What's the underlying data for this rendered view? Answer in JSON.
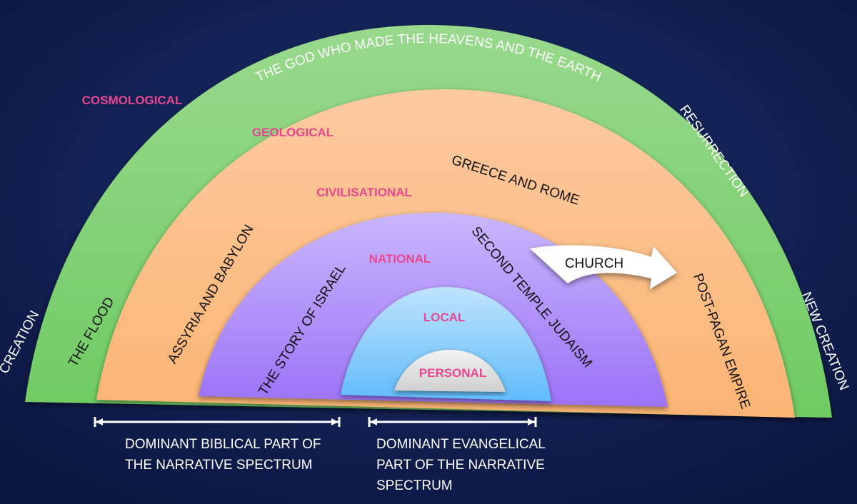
{
  "diagram": {
    "arcs": [
      {
        "scale": "COSMOLOGICAL",
        "color": "#7ccf6e"
      },
      {
        "scale": "GEOLOGICAL",
        "color": "#7ccf6e"
      },
      {
        "scale": "CIVILISATIONAL",
        "color": "#fbb77a"
      },
      {
        "scale": "NATIONAL",
        "color": "#a27ef8"
      },
      {
        "scale": "LOCAL",
        "color": "#7cc8fb"
      },
      {
        "scale": "PERSONAL",
        "color": "#d8d8d8"
      }
    ],
    "outer_top": "THE GOD WHO  MADE THE HEAVENS AND THE EARTH",
    "left_labels": {
      "creation": "CREATION",
      "flood": "THE FLOOD",
      "assyria": "ASSYRIA AND BABYLON",
      "israel": "THE STORY OF ISRAEL"
    },
    "right_labels": {
      "resurrection": "RESURRECTION",
      "greece_rome": "GREECE AND ROME",
      "second_temple": "SECOND TEMPLE JUDAISM",
      "post_pagan": "POST-PAGAN EMPIRE",
      "new_creation": "NEW CREATION"
    },
    "arrow_label": "CHURCH",
    "spans": [
      {
        "caption_line1": "DOMINANT BIBLICAL PART OF",
        "caption_line2": "THE NARRATIVE SPECTRUM"
      },
      {
        "caption_line1": "DOMINANT EVANGELICAL",
        "caption_line2": "PART OF THE NARRATIVE",
        "caption_line3": "SPECTRUM"
      }
    ]
  }
}
